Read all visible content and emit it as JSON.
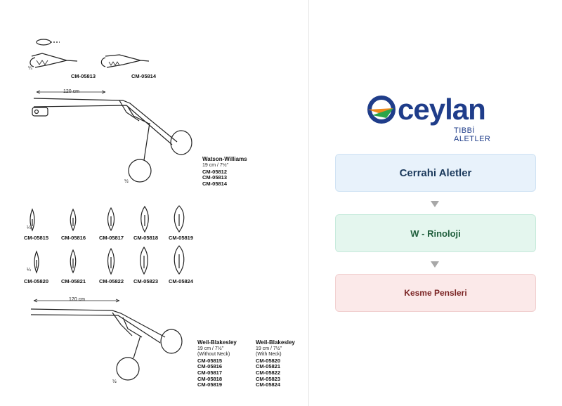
{
  "catalog": {
    "top_codes": [
      "CM-05813",
      "CM-05814"
    ],
    "scale_quarter": "¼",
    "scale_half": "½",
    "watson": {
      "length_label": "120 cm",
      "name": "Watson-Williams",
      "size": "19 cm / 7½\"",
      "codes": [
        "CM-05812",
        "CM-05813",
        "CM-05814"
      ]
    },
    "tips_row1": [
      "CM-05815",
      "CM-05816",
      "CM-05817",
      "CM-05818",
      "CM-05819"
    ],
    "tips_row2": [
      "CM-05820",
      "CM-05821",
      "CM-05822",
      "CM-05823",
      "CM-05824"
    ],
    "weil": {
      "length_label": "120 cm",
      "left": {
        "name": "Weil-Blakesley",
        "size": "19 cm / 7½\"",
        "note": "(Without Neck)",
        "codes": [
          "CM-05815",
          "CM-05816",
          "CM-05817",
          "CM-05818",
          "CM-05819"
        ]
      },
      "right": {
        "name": "Weil-Blakesley",
        "size": "19 cm / 7½\"",
        "note": "(With Neck)",
        "codes": [
          "CM-05820",
          "CM-05821",
          "CM-05822",
          "CM-05823",
          "CM-05824"
        ]
      }
    }
  },
  "brand": {
    "name": "ceylan",
    "tagline": "TIBBİ ALETLER",
    "colors": {
      "blue": "#1f3d8a",
      "orange": "#f08a1c",
      "green": "#2aa54a"
    }
  },
  "nav": {
    "category": "Cerrahi Aletler",
    "subcategory": "W - Rinoloji",
    "product_group": "Kesme Pensleri"
  }
}
